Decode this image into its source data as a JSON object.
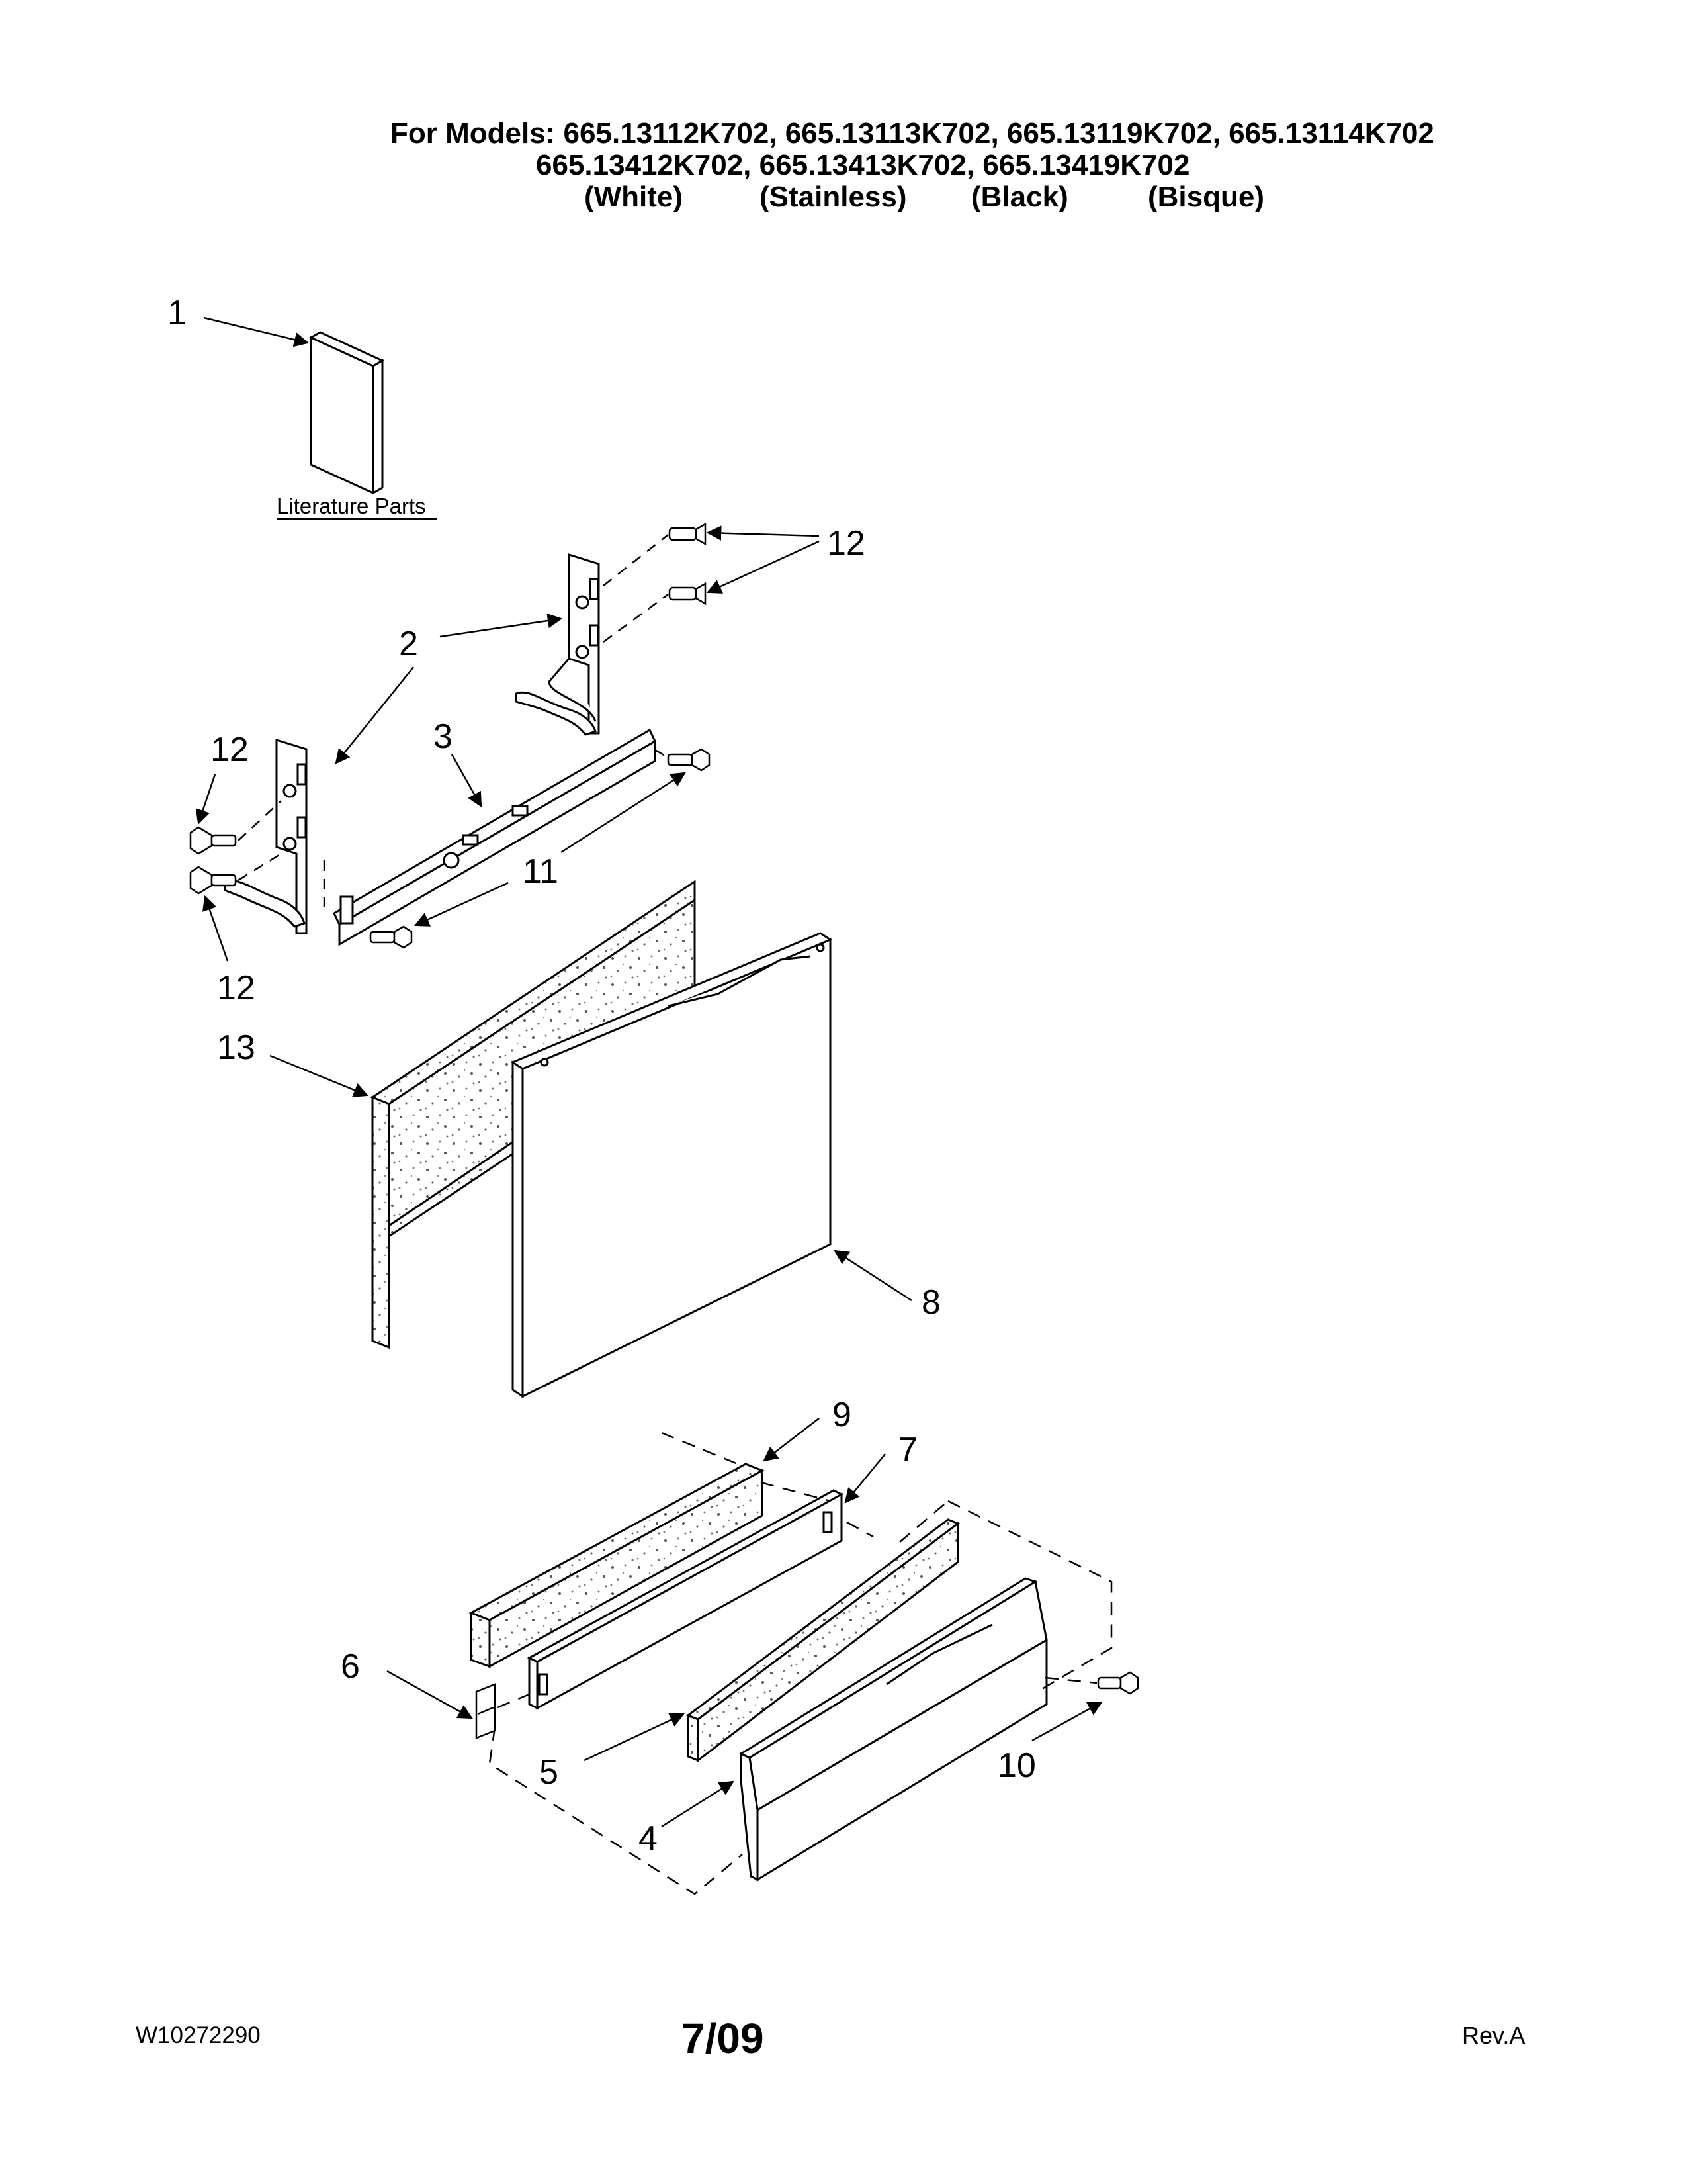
{
  "header": {
    "line1": "For Models: 665.13112K702, 665.13113K702, 665.13119K702, 665.13114K702",
    "line2": "665.13412K702, 665.13413K702, 665.13419K702",
    "colors": [
      "(White)",
      "(Stainless)",
      "(Black)",
      "(Bisque)"
    ]
  },
  "diagram": {
    "literature_label": "Literature Parts",
    "callouts": [
      "1",
      "2",
      "3",
      "4",
      "5",
      "6",
      "7",
      "8",
      "9",
      "10",
      "11",
      "12",
      "13"
    ]
  },
  "footer": {
    "doc_number": "W10272290",
    "date": "7/09",
    "revision": "Rev.A"
  }
}
